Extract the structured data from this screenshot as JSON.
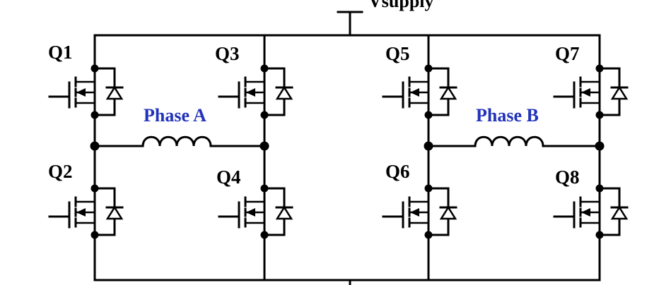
{
  "supply_label": "Vsupply",
  "colors": {
    "wire": "#000000",
    "phase_label": "#2233bb"
  },
  "transistors": [
    {
      "id": "q1",
      "label": "Q1"
    },
    {
      "id": "q2",
      "label": "Q2"
    },
    {
      "id": "q3",
      "label": "Q3"
    },
    {
      "id": "q4",
      "label": "Q4"
    },
    {
      "id": "q5",
      "label": "Q5"
    },
    {
      "id": "q6",
      "label": "Q6"
    },
    {
      "id": "q7",
      "label": "Q7"
    },
    {
      "id": "q8",
      "label": "Q8"
    }
  ],
  "phases": [
    {
      "id": "a",
      "label": "Phase A"
    },
    {
      "id": "b",
      "label": "Phase B"
    }
  ]
}
